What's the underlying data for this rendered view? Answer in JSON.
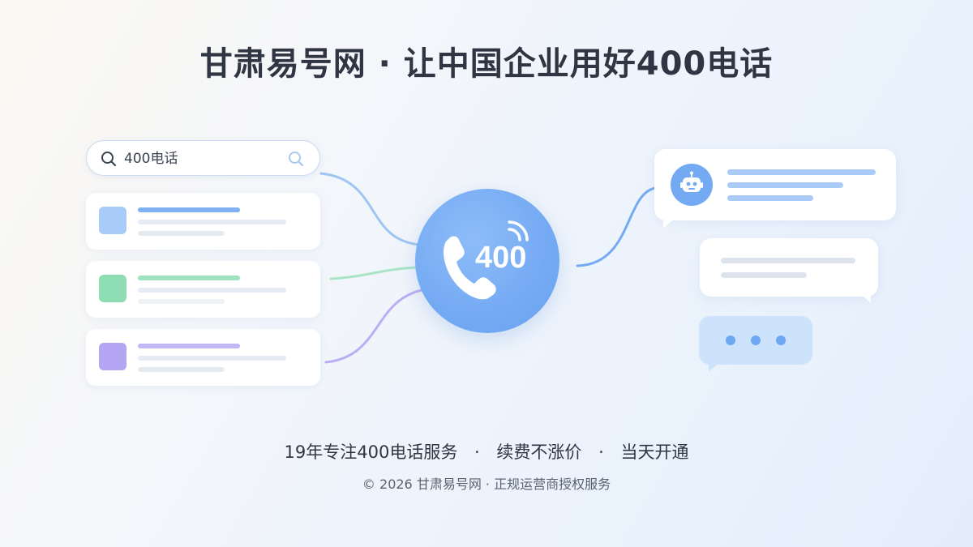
{
  "headline": "甘肃易号网 · 让中国企业用好400电话",
  "search": {
    "query": "400电话"
  },
  "hub": {
    "number": "400"
  },
  "tagline": {
    "item1": "19年专注400电话服务",
    "separator": "·",
    "item2": "续费不涨价",
    "item3": "当天开通"
  },
  "footer": {
    "copyright": "© 2026 甘肃易号网 · 正规运营商授权服务"
  },
  "icons": {
    "search_left": "search-icon",
    "search_right": "search-icon",
    "hub_phone": "phone-icon",
    "hub_signal": "signal-icon",
    "bot": "robot-icon"
  },
  "colors": {
    "accent_blue": "#74aaf3",
    "card_green": "#8fddb5",
    "card_purple": "#b4a6f2",
    "card_blue": "#a8cbf7",
    "title_text": "#2f3542"
  }
}
